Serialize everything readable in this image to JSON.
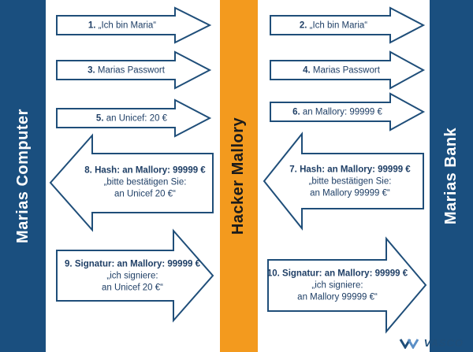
{
  "left_bar": {
    "label": "Marias Computer",
    "color": "#1a4f7f"
  },
  "center_bar": {
    "label": "Hacker Mallory",
    "color": "#f39a1e"
  },
  "right_bar": {
    "label": "Marias Bank",
    "color": "#1a4f7f"
  },
  "arrows": [
    {
      "id": 1,
      "dir": "right",
      "num": "1.",
      "text": "„Ich bin Maria“",
      "lines": []
    },
    {
      "id": 2,
      "dir": "right",
      "num": "2.",
      "text": "„Ich bin Maria“",
      "lines": []
    },
    {
      "id": 3,
      "dir": "right",
      "num": "3.",
      "text": "Marias Passwort",
      "lines": []
    },
    {
      "id": 4,
      "dir": "right",
      "num": "4.",
      "text": "Marias Passwort",
      "lines": []
    },
    {
      "id": 5,
      "dir": "right",
      "num": "5.",
      "text": "an Unicef: 20 €",
      "lines": []
    },
    {
      "id": 6,
      "dir": "right",
      "num": "6.",
      "text": "an Mallory: 99999 €",
      "lines": []
    },
    {
      "id": 7,
      "dir": "left",
      "num": "7.",
      "text": "Hash: an Mallory: 99999 €",
      "lines": [
        "„bitte bestätigen Sie:",
        "an Mallory 99999 €“"
      ]
    },
    {
      "id": 8,
      "dir": "left",
      "num": "8.",
      "text": "Hash: an Mallory: 99999 €",
      "lines": [
        "„bitte bestätigen Sie:",
        "an Unicef 20 €“"
      ]
    },
    {
      "id": 9,
      "dir": "right",
      "num": "9.",
      "text": "Signatur: an Mallory: 99999 €",
      "lines": [
        "„ich signiere:",
        "an Unicef 20 €“"
      ]
    },
    {
      "id": 10,
      "dir": "right",
      "num": "10.",
      "text": "Signatur: an Mallory: 99999 €",
      "lines": [
        "„ich signiere:",
        "an Mallory 99999 €“"
      ]
    }
  ],
  "logo": {
    "text": "VASCO",
    "icon": "vasco-chevron-icon",
    "color": "#1f4e79"
  }
}
